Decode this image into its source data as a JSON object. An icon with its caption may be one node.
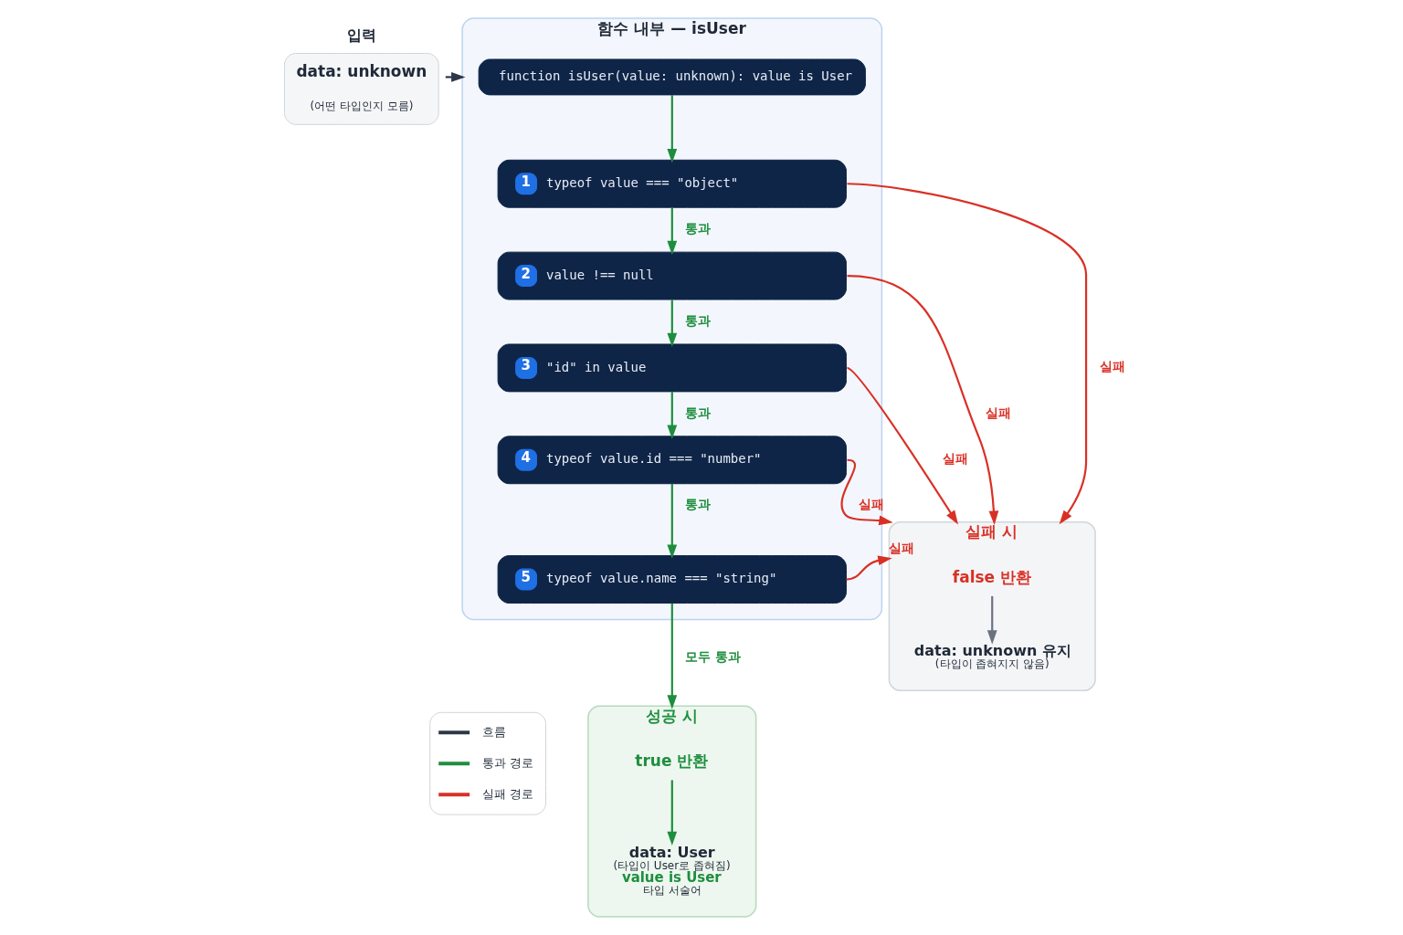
{
  "diagram": {
    "nodes": [
      {
        "text": [
          "입력",
          "data: unknown",
          "(어떤 타입인지 모름)"
        ]
      },
      {
        "text": [
          "함수 내부 — isUser"
        ]
      },
      {
        "text": [
          "function isUser(value: unknown): value is User"
        ],
        "in": 1
      },
      {
        "text": [
          "1",
          "typeof value === \"object\""
        ],
        "in": 1
      },
      {
        "text": [
          "2",
          "value !== null"
        ],
        "in": 1
      },
      {
        "text": [
          "3",
          "\"id\" in value"
        ],
        "in": 1
      },
      {
        "text": [
          "4",
          "typeof value.id === \"number\""
        ],
        "in": 1
      },
      {
        "text": [
          "5",
          "typeof value.name === \"string\""
        ],
        "in": 1
      },
      {
        "text": [
          "실패 시"
        ]
      },
      {
        "text": [
          "false 반환"
        ],
        "in": 8
      },
      {
        "text": [
          "data: unknown 유지",
          "(타입이 좁혀지지 않음)"
        ],
        "in": 8
      },
      {
        "text": [
          "성공 시"
        ]
      },
      {
        "text": [
          "true 반환"
        ],
        "in": 11
      },
      {
        "text": [
          "data: User",
          "(타입이 User로 좁혀짐)",
          "value is User",
          "타입 서술어"
        ],
        "in": 11
      }
    ],
    "edges": [
      {
        "from": 0,
        "to": 1,
        "arrow": "to",
        "color": "#2d3748"
      },
      {
        "from": 2,
        "to": 3,
        "arrow": "to"
      },
      {
        "from": 3,
        "to": 4,
        "arrow": "to",
        "label": "통과"
      },
      {
        "from": 4,
        "to": 5,
        "arrow": "to",
        "label": "통과"
      },
      {
        "from": 5,
        "to": 6,
        "arrow": "to",
        "label": "통과"
      },
      {
        "from": 6,
        "to": 7,
        "arrow": "to",
        "label": "통과"
      },
      {
        "from": 3,
        "to": 8,
        "arrow": "to",
        "label": "실패",
        "color": "#d93025"
      },
      {
        "from": 4,
        "to": 8,
        "arrow": "to",
        "label": "실패",
        "color": "#d93025"
      },
      {
        "from": 5,
        "to": 8,
        "arrow": "to",
        "label": "실패",
        "color": "#d93025"
      },
      {
        "from": 6,
        "to": 8,
        "arrow": "to",
        "label": "실패",
        "color": "#d93025"
      },
      {
        "from": 7,
        "to": 8,
        "arrow": "to",
        "label": "실패",
        "color": "#d93025"
      },
      {
        "from": 7,
        "to": 11,
        "arrow": "to",
        "label": "모두 통과"
      },
      {
        "from": 9,
        "to": 10,
        "arrow": "to",
        "color": "#6b7280"
      },
      {
        "from": 12,
        "to": 13,
        "arrow": "to"
      }
    ],
    "legend": [
      {
        "text": "흐름"
      },
      {
        "text": "통과 경로"
      },
      {
        "text": "실패 경로"
      }
    ]
  }
}
